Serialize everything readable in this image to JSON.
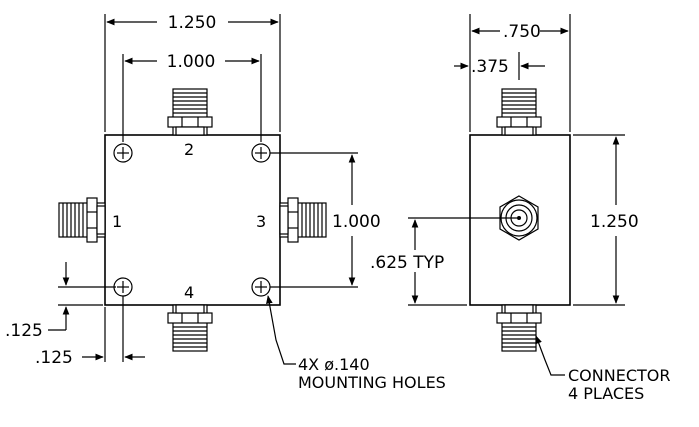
{
  "front_view": {
    "dims": {
      "overall_width": "1.250",
      "hole_spacing_x": "1.000",
      "hole_spacing_y": "1.000",
      "hole_offset_y": ".125",
      "hole_offset_x": ".125"
    },
    "ports": [
      "1",
      "2",
      "3",
      "4"
    ],
    "note": {
      "line1": "4X ø.140",
      "line2": "MOUNTING HOLES"
    }
  },
  "side_view": {
    "dims": {
      "width": ".750",
      "half_width": ".375",
      "height": "1.250",
      "connector_height": ".625 TYP"
    },
    "note": {
      "line1": "CONNECTOR",
      "line2": "4 PLACES"
    }
  }
}
